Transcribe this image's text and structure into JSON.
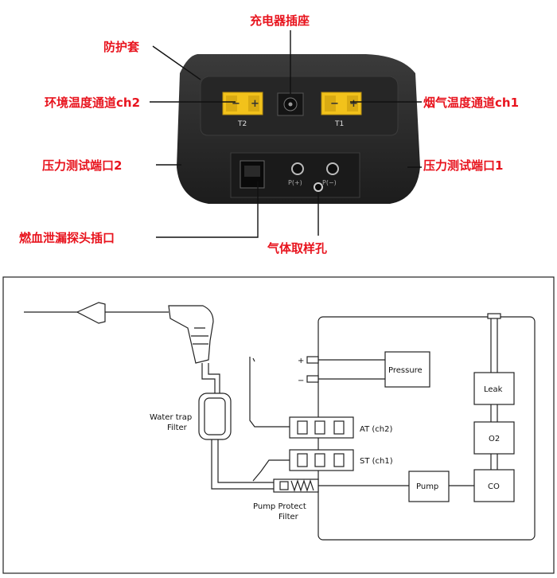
{
  "photo_labels": {
    "charger": "充电器插座",
    "cover": "防护套",
    "ch2": "环境温度通道ch2",
    "ch1": "烟气温度通道ch1",
    "port2": "压力测试端口2",
    "port1": "压力测试端口1",
    "leak": "燃血泄漏探头插口",
    "sample": "气体取样孔"
  },
  "device_marks": {
    "minus": "−",
    "plus": "+",
    "t2": "T2",
    "t1": "T1",
    "p_plus": "P(+)",
    "p_minus": "P(−)"
  },
  "diagram": {
    "water_trap": "Water trap",
    "filter": "Filter",
    "pump_protect": "Pump Protect",
    "pump_protect_filter": "Filter",
    "plus_sign": "+",
    "minus_sign": "−",
    "pressure": "Pressure",
    "leak": "Leak",
    "o2": "O2",
    "co": "CO",
    "pump": "Pump",
    "at": "AT (ch2)",
    "st": "ST (ch1)"
  },
  "colors": {
    "label_red": "#e8141e",
    "device_body": "#2a2a2a",
    "connector_yellow": "#f2c21b"
  }
}
